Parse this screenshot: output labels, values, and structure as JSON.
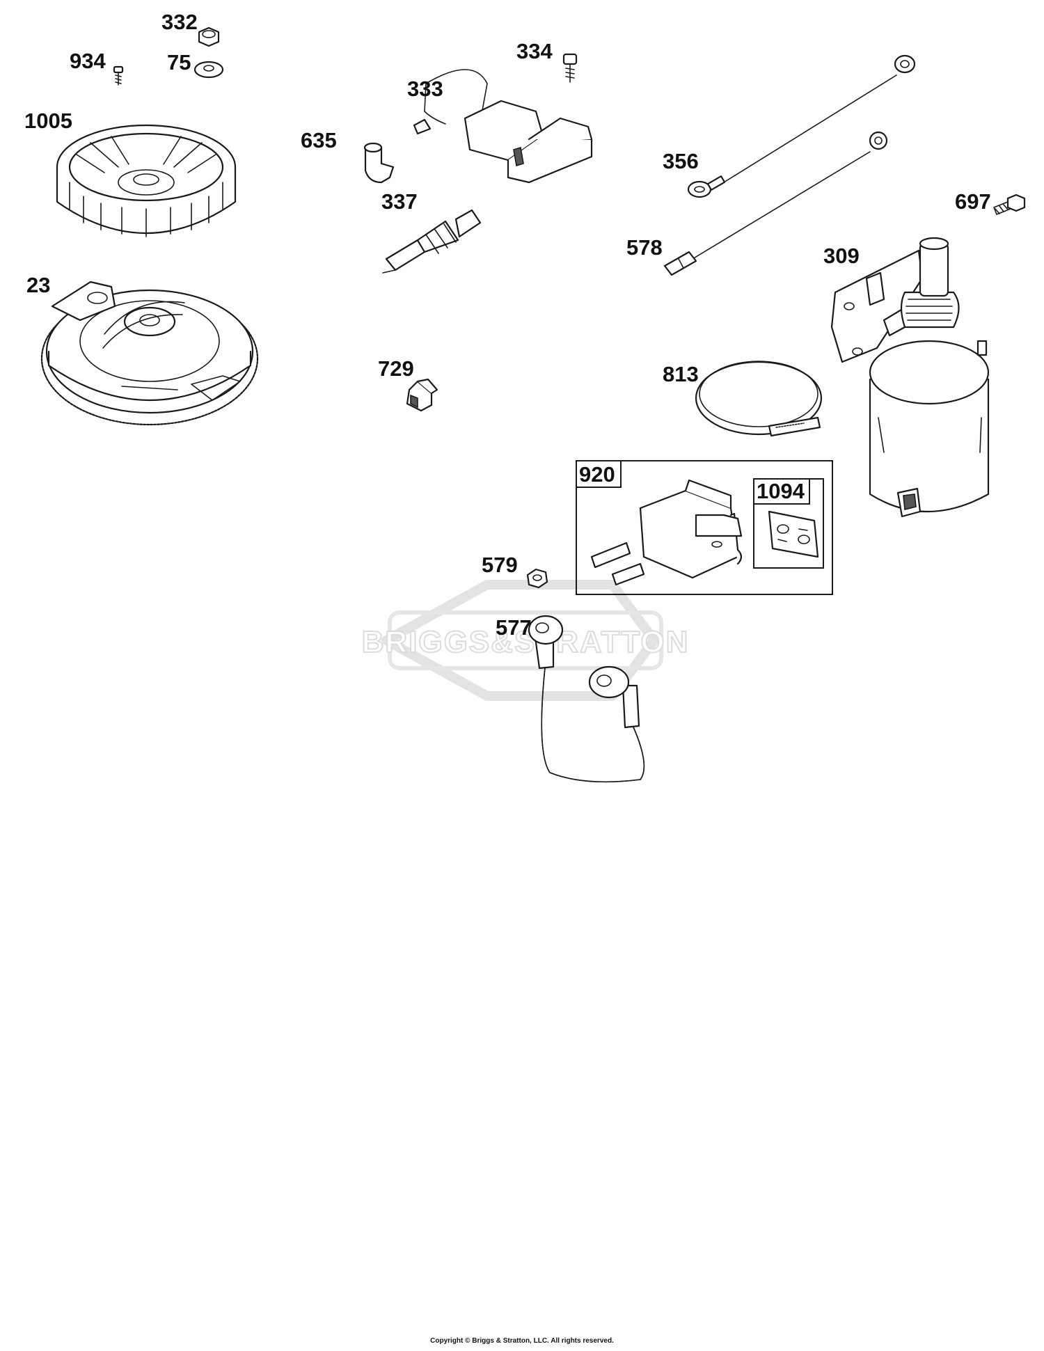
{
  "watermark": {
    "brand": "BRIGGS&STRATTON"
  },
  "copyright": "Copyright © Briggs & Stratton, LLC. All rights reserved.",
  "callouts": {
    "p332": "332",
    "p934": "934",
    "p75": "75",
    "p1005": "1005",
    "p23": "23",
    "p333": "333",
    "p334": "334",
    "p635": "635",
    "p337": "337",
    "p729": "729",
    "p356": "356",
    "p578": "578",
    "p697": "697",
    "p309": "309",
    "p813": "813",
    "p920": "920",
    "p1094": "1094",
    "p579": "579",
    "p577": "577"
  }
}
